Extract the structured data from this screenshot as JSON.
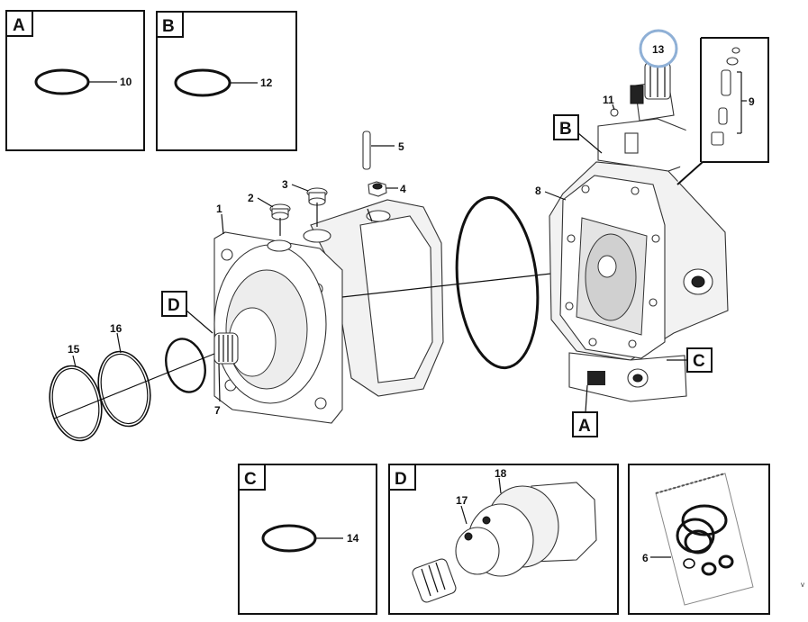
{
  "detail_boxes": {
    "A": {
      "letter": "A",
      "part": "10"
    },
    "B": {
      "letter": "B",
      "part": "12"
    },
    "C": {
      "letter": "C",
      "part": "14"
    },
    "D": {
      "letter": "D",
      "parts": [
        "17",
        "18"
      ]
    },
    "kit": {
      "part": "6"
    }
  },
  "main_tags": {
    "A": "A",
    "B": "B",
    "C": "C",
    "D": "D"
  },
  "callouts": {
    "p1": "1",
    "p2": "2",
    "p3": "3",
    "p4": "4",
    "p5": "5",
    "p7": "7",
    "p8": "8",
    "p9": "9",
    "p11": "11",
    "p13": "13",
    "p15": "15",
    "p16": "16"
  },
  "highlight": {
    "part": "13",
    "color": "#8fb0d6"
  },
  "corner_mark": "v"
}
